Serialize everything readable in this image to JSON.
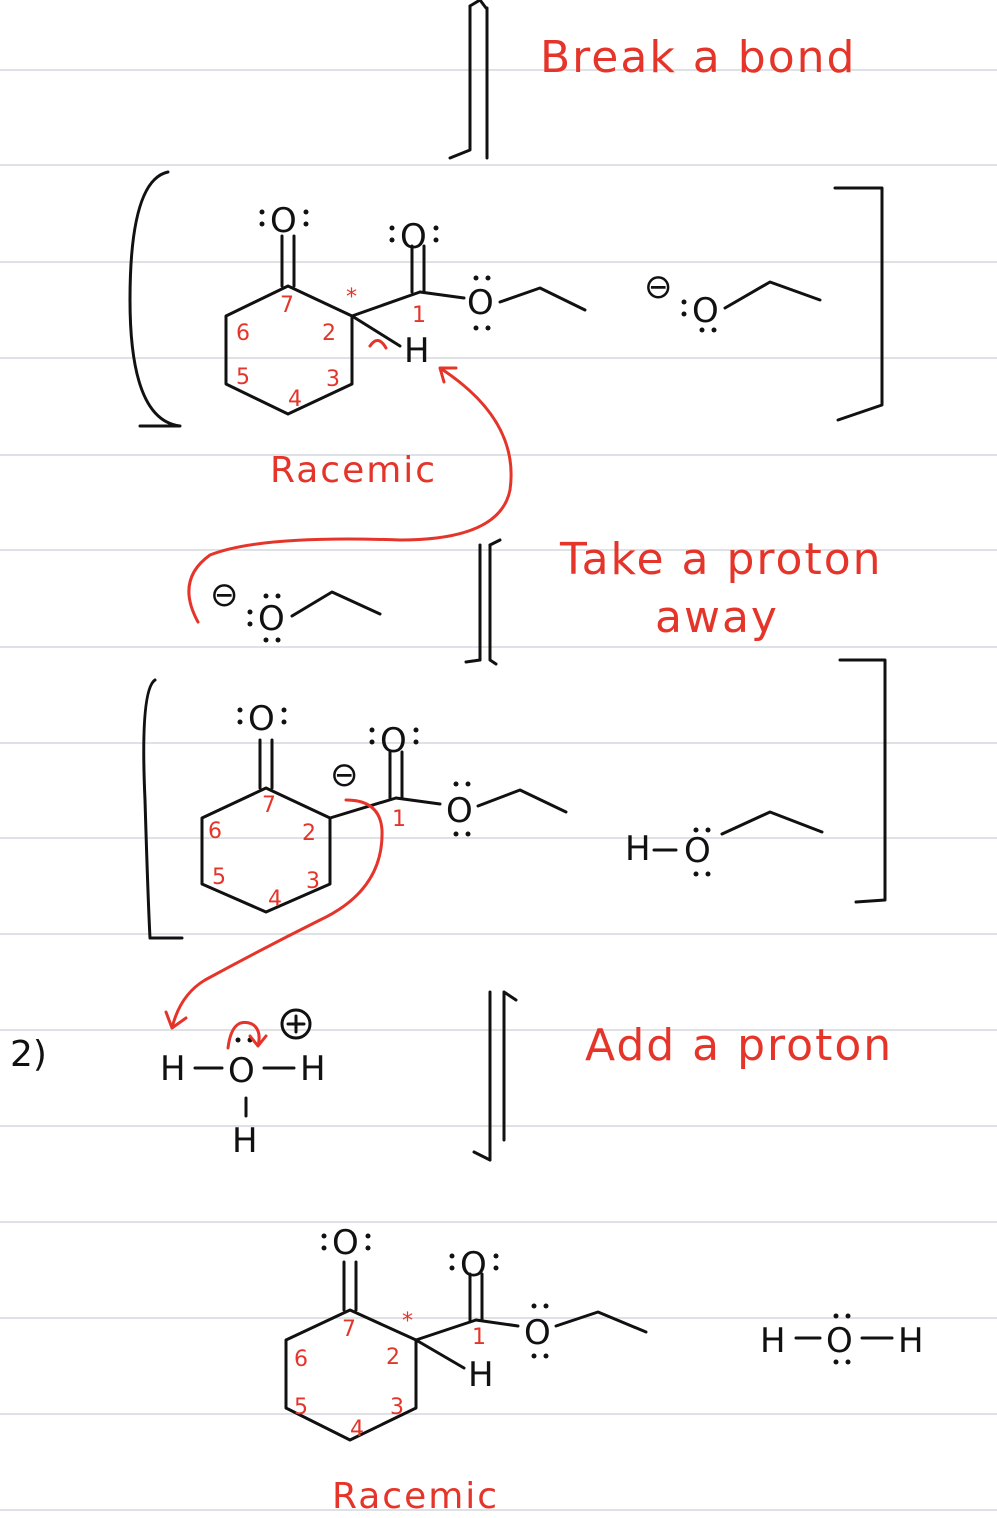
{
  "annotations": {
    "break_bond": "Break a bond",
    "take_proton_line1": "Take a proton",
    "take_proton_line2": "away",
    "add_proton": "Add a proton",
    "racemic_1": "Racemic",
    "racemic_2": "Racemic",
    "step_number": "2)"
  },
  "atoms": {
    "oxygen": "O",
    "hydrogen": "H",
    "charge_negative": "⊖",
    "charge_positive": "⊕",
    "stereocenter_mark": "*",
    "bond_h_o": "H–Ö",
    "water": "H–Ö–H"
  },
  "ring_numbers": [
    "1",
    "2",
    "3",
    "4",
    "5",
    "6",
    "7"
  ],
  "colors": {
    "ink": "#111111",
    "annotation": "#e5352a",
    "ruled_line": "#d3d9df"
  }
}
